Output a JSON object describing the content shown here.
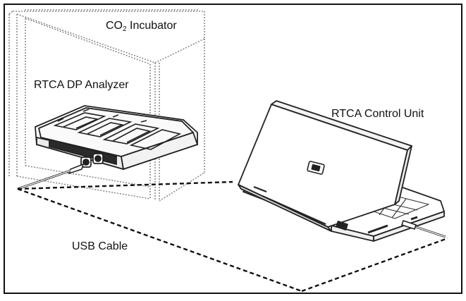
{
  "labels": {
    "incubator_prefix": "CO",
    "incubator_subscript": "2",
    "incubator_suffix": " Incubator",
    "analyzer": "RTCA DP Analyzer",
    "control_unit": "RTCA Control Unit",
    "usb_cable": "USB Cable"
  },
  "colors": {
    "frame": "#111111",
    "line_art": "#333333",
    "incubator_wall": "#8c8c8c",
    "background": "#ffffff"
  },
  "icons": [
    "co2-incubator",
    "rtca-dp-analyzer",
    "laptop-control-unit",
    "usb-cable"
  ]
}
